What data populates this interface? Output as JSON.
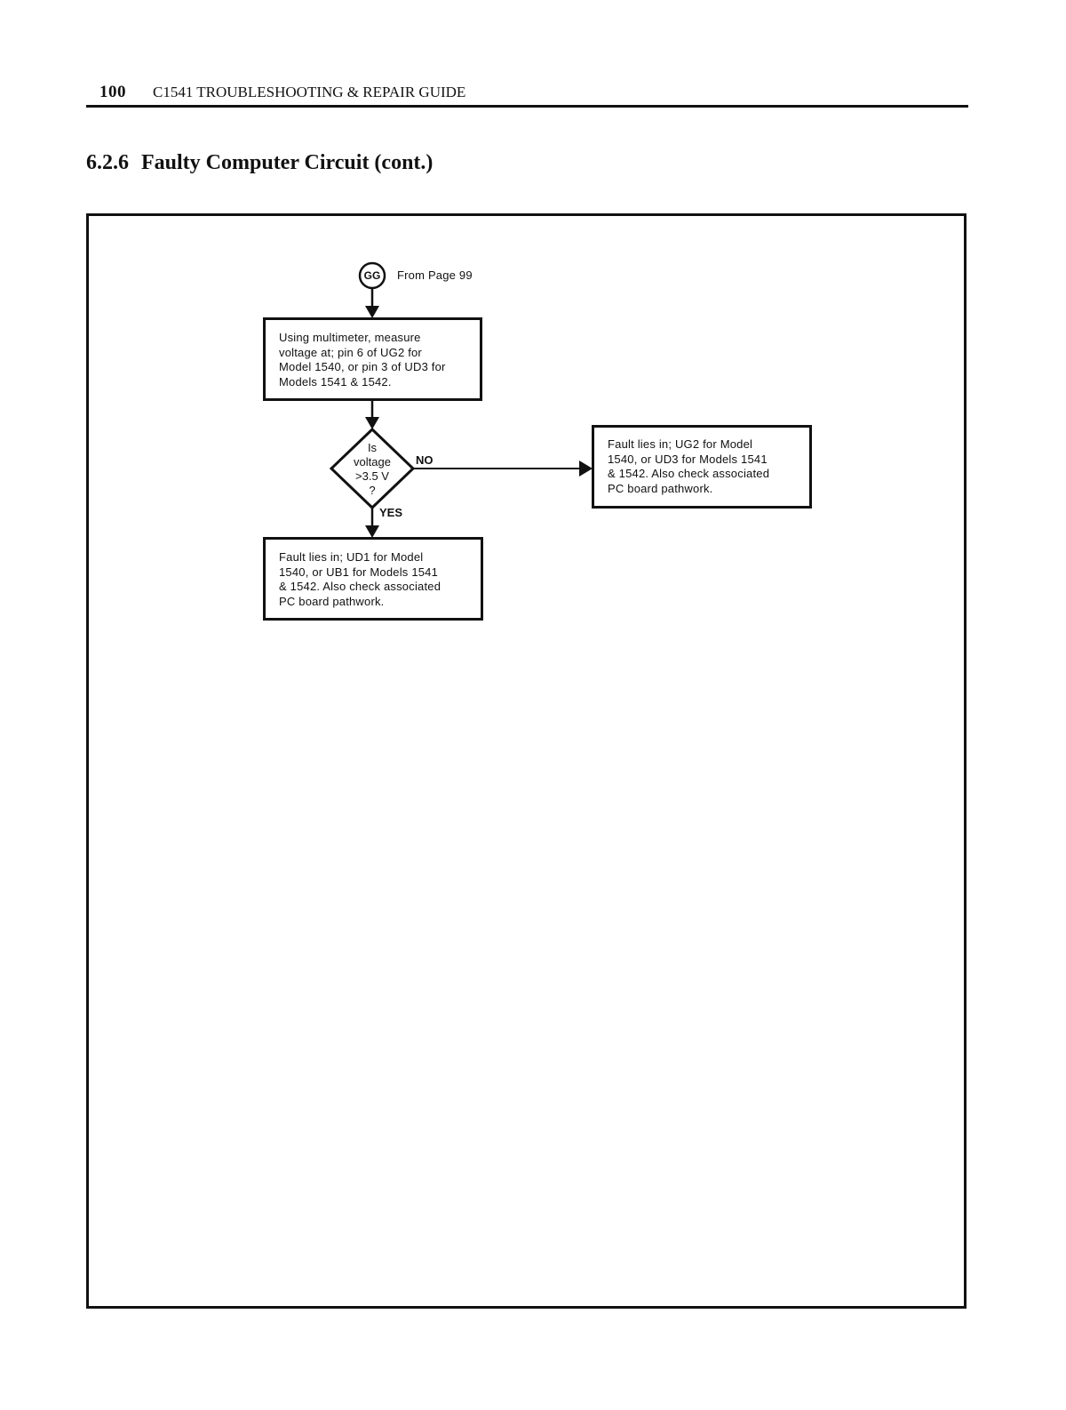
{
  "running_head": {
    "page_number": "100",
    "title": "C1541 TROUBLESHOOTING & REPAIR GUIDE"
  },
  "section": {
    "number": "6.2.6",
    "title": "Faulty Computer Circuit (cont.)"
  },
  "flowchart": {
    "connector": {
      "label": "GG",
      "note": "From Page  99"
    },
    "steps": [
      {
        "text": "Using multimeter, measure\nvoltage at; pin 6 of UG2 for\nModel 1540, or pin 3 of UD3 for\nModels 1541 & 1542."
      }
    ],
    "decision": {
      "lines": [
        "Is",
        "voltage",
        ">3.5 V",
        "?"
      ],
      "no_label": "NO",
      "yes_label": "YES"
    },
    "outcomes": {
      "no": "Fault lies in; UG2 for Model\n1540, or UD3 for Models 1541\n& 1542.  Also check associated\nPC board pathwork.",
      "yes": "Fault lies in; UD1 for Model\n1540, or UB1 for Models 1541\n& 1542.  Also check associated\nPC board pathwork."
    }
  }
}
